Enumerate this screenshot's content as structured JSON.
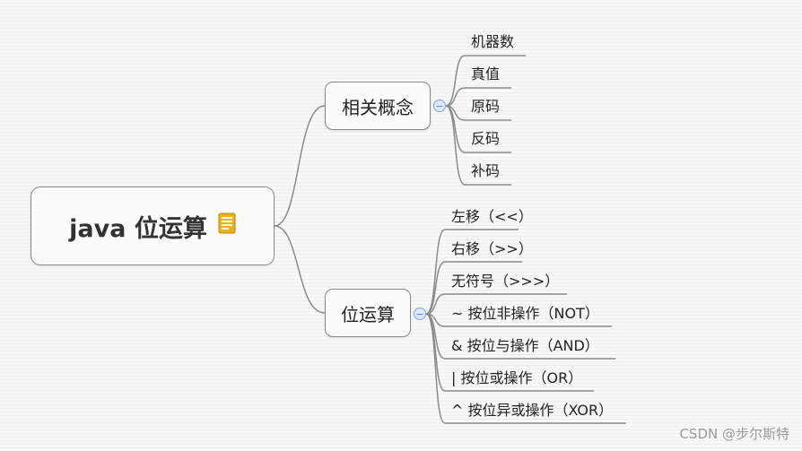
{
  "root": {
    "label": "java 位运算",
    "icon": "note-icon"
  },
  "branches": [
    {
      "label": "相关概念",
      "collapse_symbol": "−",
      "children": [
        "机器数",
        "真值",
        "原码",
        "反码",
        "补码"
      ]
    },
    {
      "label": "位运算",
      "collapse_symbol": "−",
      "children": [
        "左移（<<）",
        "右移（>>）",
        "无符号（>>>）",
        "~ 按位非操作（NOT）",
        "& 按位与操作（AND）",
        "| 按位或操作（OR）",
        "^ 按位异或操作（XOR）"
      ]
    }
  ],
  "watermark": "CSDN @步尔斯特",
  "colors": {
    "line": "#8a8a8a",
    "collapse": "#dfe9fa",
    "note": "#e6b422"
  }
}
